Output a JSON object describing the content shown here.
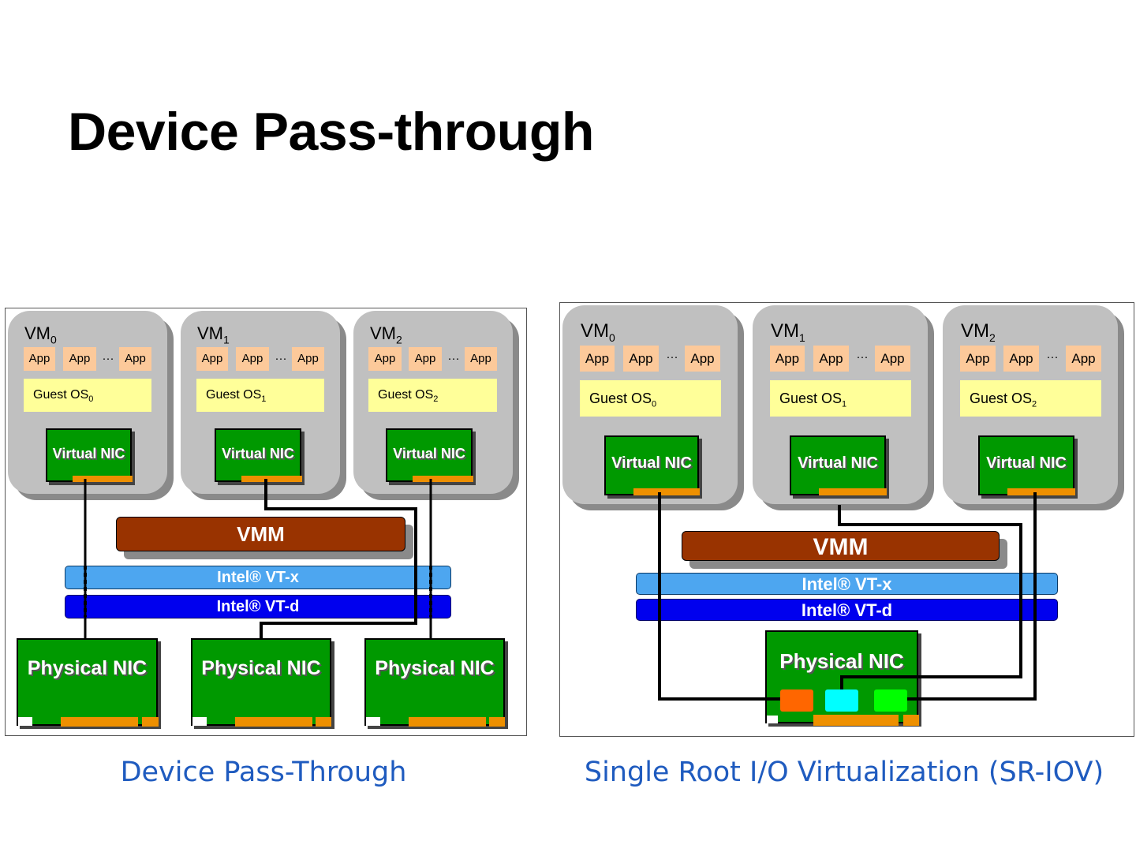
{
  "slide": {
    "title": "Device Pass-through"
  },
  "left_diagram": {
    "caption": "Device Pass-Through",
    "vms": [
      {
        "label": "VM",
        "sub": "0",
        "apps": [
          "App",
          "App",
          "App"
        ],
        "ellipsis": "···",
        "guest_os": "Guest OS",
        "guest_sub": "0",
        "nic": "Virtual NIC"
      },
      {
        "label": "VM",
        "sub": "1",
        "apps": [
          "App",
          "App",
          "App"
        ],
        "ellipsis": "···",
        "guest_os": "Guest OS",
        "guest_sub": "1",
        "nic": "Virtual NIC"
      },
      {
        "label": "VM",
        "sub": "2",
        "apps": [
          "App",
          "App",
          "App"
        ],
        "ellipsis": "···",
        "guest_os": "Guest OS",
        "guest_sub": "2",
        "nic": "Virtual NIC"
      }
    ],
    "vmm": "VMM",
    "vtx": "Intel® VT-x",
    "vtd": "Intel® VT-d",
    "physical_nics": [
      "Physical NIC",
      "Physical NIC",
      "Physical NIC"
    ]
  },
  "right_diagram": {
    "caption": "Single Root I/O Virtualization (SR-IOV)",
    "vms": [
      {
        "label": "VM",
        "sub": "0",
        "apps": [
          "App",
          "App",
          "App"
        ],
        "ellipsis": "···",
        "guest_os": "Guest OS",
        "guest_sub": "0",
        "nic": "Virtual NIC"
      },
      {
        "label": "VM",
        "sub": "1",
        "apps": [
          "App",
          "App",
          "App"
        ],
        "ellipsis": "···",
        "guest_os": "Guest OS",
        "guest_sub": "1",
        "nic": "Virtual NIC"
      },
      {
        "label": "VM",
        "sub": "2",
        "apps": [
          "App",
          "App",
          "App"
        ],
        "ellipsis": "···",
        "guest_os": "Guest OS",
        "guest_sub": "2",
        "nic": "Virtual NIC"
      }
    ],
    "vmm": "VMM",
    "vtx": "Intel® VT-x",
    "vtd": "Intel® VT-d",
    "physical_nic": "Physical NIC",
    "virtual_function_colors": [
      "#ff6600",
      "#00ffff",
      "#00ff00"
    ]
  }
}
